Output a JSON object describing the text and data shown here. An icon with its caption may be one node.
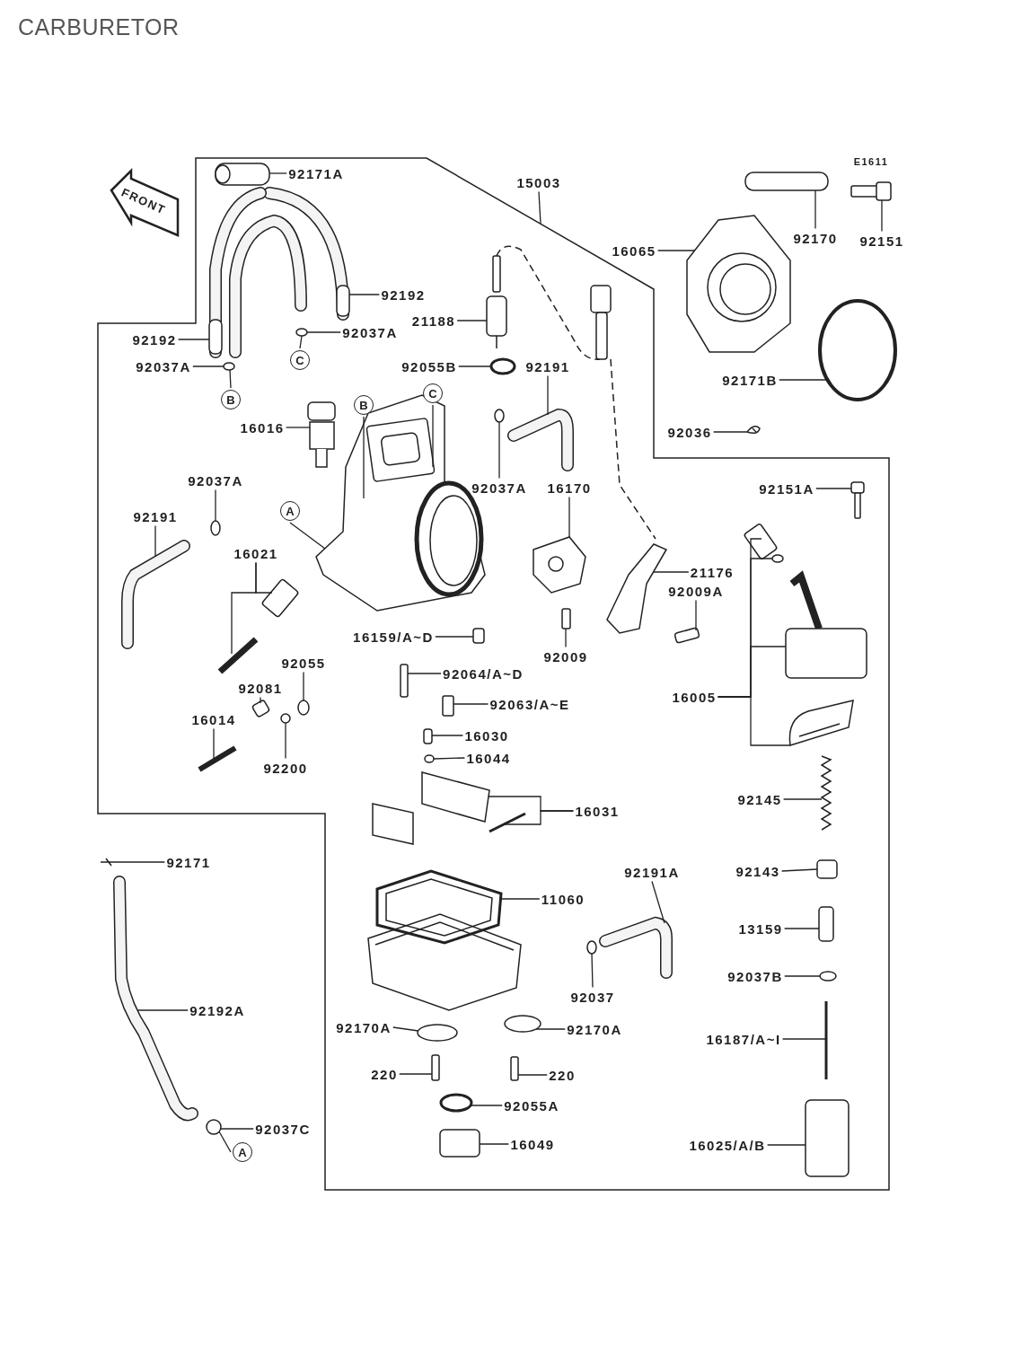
{
  "diagram": {
    "title": "CARBURETOR",
    "nodes": [
      {
        "text": [
          "92171A"
        ]
      },
      {
        "text": [
          "15003"
        ]
      },
      {
        "text": [
          "16065"
        ]
      },
      {
        "text": [
          "92170"
        ]
      },
      {
        "text": [
          "92151"
        ]
      },
      {
        "text": [
          "92192"
        ]
      },
      {
        "text": [
          "21188"
        ]
      },
      {
        "text": [
          "92192"
        ]
      },
      {
        "text": [
          "92037A"
        ]
      },
      {
        "text": [
          "C"
        ]
      },
      {
        "text": [
          "92037A"
        ]
      },
      {
        "text": [
          "B"
        ]
      },
      {
        "text": [
          "92055B"
        ]
      },
      {
        "text": [
          "92191"
        ]
      },
      {
        "text": [
          "92171B"
        ]
      },
      {
        "text": [
          "B"
        ]
      },
      {
        "text": [
          "C"
        ]
      },
      {
        "text": [
          "16016"
        ]
      },
      {
        "text": [
          "92036"
        ]
      },
      {
        "text": [
          "92037A"
        ]
      },
      {
        "text": [
          "92037A"
        ]
      },
      {
        "text": [
          "16170"
        ]
      },
      {
        "text": [
          "92151A"
        ]
      },
      {
        "text": [
          "A"
        ]
      },
      {
        "text": [
          "92191"
        ]
      },
      {
        "text": [
          "16021"
        ]
      },
      {
        "text": [
          "21176"
        ]
      },
      {
        "text": [
          "92009A"
        ]
      },
      {
        "text": [
          "16159/A~D"
        ]
      },
      {
        "text": [
          "92009"
        ]
      },
      {
        "text": [
          "92055"
        ]
      },
      {
        "text": [
          "92064/A~D"
        ]
      },
      {
        "text": [
          "92081"
        ]
      },
      {
        "text": [
          "16005"
        ]
      },
      {
        "text": [
          "92063/A~E"
        ]
      },
      {
        "text": [
          "16014"
        ]
      },
      {
        "text": [
          "16030"
        ]
      },
      {
        "text": [
          "92200"
        ]
      },
      {
        "text": [
          "16044"
        ]
      },
      {
        "text": [
          "92145"
        ]
      },
      {
        "text": [
          "16031"
        ]
      },
      {
        "text": [
          "92171"
        ]
      },
      {
        "text": [
          "92191A"
        ]
      },
      {
        "text": [
          "92143"
        ]
      },
      {
        "text": [
          "11060"
        ]
      },
      {
        "text": [
          "13159"
        ]
      },
      {
        "text": [
          "92037B"
        ]
      },
      {
        "text": [
          "92037"
        ]
      },
      {
        "text": [
          "92192A"
        ]
      },
      {
        "text": [
          "92170A"
        ]
      },
      {
        "text": [
          "92170A"
        ]
      },
      {
        "text": [
          "16187/A~I"
        ]
      },
      {
        "text": [
          "220"
        ]
      },
      {
        "text": [
          "220"
        ]
      },
      {
        "text": [
          "92055A"
        ]
      },
      {
        "text": [
          "92037C"
        ]
      },
      {
        "text": [
          "A"
        ]
      },
      {
        "text": [
          "16049"
        ]
      },
      {
        "text": [
          "16025/A/B"
        ]
      },
      {
        "text": [],
        "shape": "picture"
      },
      {
        "text": [],
        "shape": "picture"
      },
      {
        "text": [],
        "shape": "picture"
      },
      {
        "text": [],
        "shape": "picture"
      },
      {
        "text": [],
        "shape": "circle"
      },
      {
        "text": [],
        "shape": "circle"
      },
      {
        "text": [],
        "shape": "circle"
      },
      {
        "text": [],
        "shape": "picture"
      },
      {
        "text": [],
        "shape": "picture"
      },
      {
        "text": [],
        "shape": "box"
      },
      {
        "text": [],
        "shape": "picture"
      },
      {
        "text": [],
        "shape": "circle"
      },
      {
        "text": [],
        "shape": "picture"
      },
      {
        "text": [],
        "shape": "picture"
      },
      {
        "text": [],
        "shape": "picture"
      },
      {
        "text": [],
        "shape": "circle"
      },
      {
        "text": [],
        "shape": "circle"
      },
      {
        "text": [],
        "shape": "picture"
      },
      {
        "text": [],
        "shape": "picture"
      },
      {
        "text": [],
        "shape": "picture"
      },
      {
        "text": [],
        "shape": "picture"
      },
      {
        "text": [],
        "shape": "box"
      },
      {
        "text": [],
        "shape": "picture"
      },
      {
        "text": [],
        "shape": "box"
      },
      {
        "text": [],
        "shape": "box"
      },
      {
        "text": [],
        "shape": "box"
      },
      {
        "text": [],
        "shape": "circle"
      },
      {
        "text": [],
        "shape": "box"
      },
      {
        "text": [],
        "shape": "box"
      },
      {
        "text": [],
        "shape": "box"
      },
      {
        "text": [],
        "shape": "circle"
      },
      {
        "text": [],
        "shape": "picture"
      },
      {
        "text": [],
        "shape": "picture"
      },
      {
        "text": [],
        "shape": "box"
      },
      {
        "text": [],
        "shape": "picture"
      },
      {
        "text": [],
        "shape": "box"
      },
      {
        "text": [],
        "shape": "circle"
      },
      {
        "text": [],
        "shape": "circle"
      },
      {
        "text": [],
        "shape": "picture"
      },
      {
        "text": [],
        "shape": "picture"
      },
      {
        "text": [],
        "shape": "picture"
      },
      {
        "text": [],
        "shape": "picture"
      },
      {
        "text": [],
        "shape": "picture"
      },
      {
        "text": [],
        "shape": "box"
      },
      {
        "text": [],
        "shape": "picture"
      },
      {
        "text": [],
        "shape": "box"
      },
      {
        "text": [],
        "shape": "circle"
      },
      {
        "text": [],
        "shape": "circle"
      },
      {
        "text": [],
        "shape": "picture"
      },
      {
        "text": [],
        "shape": "circle"
      },
      {
        "text": [],
        "shape": "circle"
      },
      {
        "text": [],
        "shape": "picture"
      },
      {
        "text": [],
        "shape": "box"
      },
      {
        "text": [],
        "shape": "box"
      },
      {
        "text": [],
        "shape": "circle"
      },
      {
        "text": [],
        "shape": "circle"
      },
      {
        "text": [],
        "shape": "box"
      },
      {
        "text": [],
        "shape": "box"
      }
    ],
    "edges": [
      {
        "from": 0,
        "to": 59,
        "arrow": "none"
      },
      {
        "from": 1,
        "to": null,
        "arrow": "none"
      },
      {
        "from": 2,
        "to": 67,
        "arrow": "none"
      },
      {
        "from": 3,
        "to": 68,
        "arrow": "none"
      },
      {
        "from": 4,
        "to": 69,
        "arrow": "none"
      },
      {
        "from": 5,
        "to": 60,
        "arrow": "none"
      },
      {
        "from": 6,
        "to": 61,
        "arrow": "none"
      },
      {
        "from": 7,
        "to": 62,
        "arrow": "none"
      },
      {
        "from": 8,
        "to": 63,
        "arrow": "none"
      },
      {
        "from": 9,
        "to": 63,
        "arrow": "none"
      },
      {
        "from": 10,
        "to": 64,
        "arrow": "none"
      },
      {
        "from": 11,
        "to": 64,
        "arrow": "none"
      },
      {
        "from": 12,
        "to": 65,
        "arrow": "none"
      },
      {
        "from": 13,
        "to": 66,
        "arrow": "none"
      },
      {
        "from": 14,
        "to": 70,
        "arrow": "none"
      },
      {
        "from": 15,
        "to": 71,
        "arrow": "none"
      },
      {
        "from": 16,
        "to": 71,
        "arrow": "none"
      },
      {
        "from": 17,
        "to": 72,
        "arrow": "none"
      },
      {
        "from": 18,
        "to": 73,
        "arrow": "none"
      },
      {
        "from": 19,
        "to": 74,
        "arrow": "none"
      },
      {
        "from": 20,
        "to": 75,
        "arrow": "none"
      },
      {
        "from": 21,
        "to": 76,
        "arrow": "none"
      },
      {
        "from": 22,
        "to": 77,
        "arrow": "none"
      },
      {
        "from": 23,
        "to": 71,
        "arrow": "none"
      },
      {
        "from": 24,
        "to": 78,
        "arrow": "none"
      },
      {
        "from": 25,
        "to": 79,
        "arrow": "none"
      },
      {
        "from": 25,
        "to": 80,
        "arrow": "none"
      },
      {
        "from": 26,
        "to": 81,
        "arrow": "none"
      },
      {
        "from": 27,
        "to": 82,
        "arrow": "none"
      },
      {
        "from": 28,
        "to": 83,
        "arrow": "none"
      },
      {
        "from": 29,
        "to": 84,
        "arrow": "none"
      },
      {
        "from": 30,
        "to": 85,
        "arrow": "none"
      },
      {
        "from": 31,
        "to": 86,
        "arrow": "none"
      },
      {
        "from": 32,
        "to": 87,
        "arrow": "none"
      },
      {
        "from": 33,
        "to": 88,
        "arrow": "none"
      },
      {
        "from": 33,
        "to": 89,
        "arrow": "none"
      },
      {
        "from": 33,
        "to": 90,
        "arrow": "none"
      },
      {
        "from": 33,
        "to": 91,
        "arrow": "none"
      },
      {
        "from": 34,
        "to": 92,
        "arrow": "none"
      },
      {
        "from": 35,
        "to": 93,
        "arrow": "none"
      },
      {
        "from": 36,
        "to": 94,
        "arrow": "none"
      },
      {
        "from": 37,
        "to": 95,
        "arrow": "none"
      },
      {
        "from": 38,
        "to": 96,
        "arrow": "none"
      },
      {
        "from": 39,
        "to": 97,
        "arrow": "none"
      },
      {
        "from": 40,
        "to": 98,
        "arrow": "none"
      },
      {
        "from": 40,
        "to": 99,
        "arrow": "none"
      },
      {
        "from": 41,
        "to": 100,
        "arrow": "none"
      },
      {
        "from": 42,
        "to": 101,
        "arrow": "none"
      },
      {
        "from": 43,
        "to": 102,
        "arrow": "none"
      },
      {
        "from": 44,
        "to": 103,
        "arrow": "none"
      },
      {
        "from": 45,
        "to": 104,
        "arrow": "none"
      },
      {
        "from": 46,
        "to": 105,
        "arrow": "none"
      },
      {
        "from": 47,
        "to": 106,
        "arrow": "none"
      },
      {
        "from": 48,
        "to": 107,
        "arrow": "none"
      },
      {
        "from": 49,
        "to": 108,
        "arrow": "none"
      },
      {
        "from": 50,
        "to": 109,
        "arrow": "none"
      },
      {
        "from": 51,
        "to": 110,
        "arrow": "none"
      },
      {
        "from": 52,
        "to": 111,
        "arrow": "none"
      },
      {
        "from": 53,
        "to": 112,
        "arrow": "none"
      },
      {
        "from": 54,
        "to": 113,
        "arrow": "none"
      },
      {
        "from": 55,
        "to": 114,
        "arrow": "none"
      },
      {
        "from": 56,
        "to": 114,
        "arrow": "none"
      },
      {
        "from": 57,
        "to": 115,
        "arrow": "none"
      },
      {
        "from": 58,
        "to": 116,
        "arrow": "none"
      }
    ],
    "labels": [
      "E1611",
      "FRONT"
    ]
  }
}
